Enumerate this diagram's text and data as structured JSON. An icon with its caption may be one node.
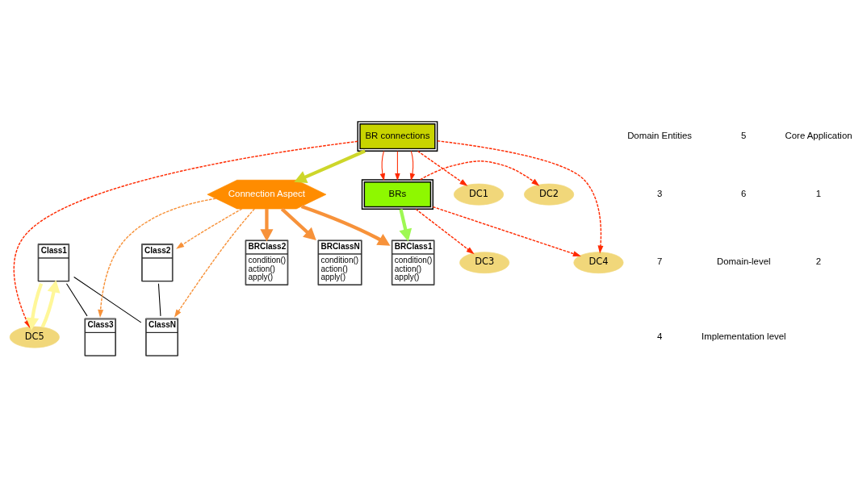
{
  "diagram": {
    "nodes": [
      {
        "text": [
          "DC1"
        ]
      },
      {
        "text": [
          "DC2"
        ]
      },
      {
        "text": [
          "DC3"
        ]
      },
      {
        "text": [
          "DC5"
        ]
      },
      {
        "text": [
          "DC4"
        ]
      },
      {
        "text": [
          "BRs"
        ]
      },
      {
        "text": [
          "BR connections"
        ]
      },
      {
        "text": [
          "Class1"
        ]
      },
      {
        "text": [
          "Class2"
        ]
      },
      {
        "text": [
          "Class3"
        ]
      },
      {
        "text": [
          "ClassN"
        ]
      },
      {
        "text": [
          "Connection Aspect"
        ]
      },
      {
        "text": [
          "BRClass1",
          "condition()",
          "action()",
          "apply()"
        ]
      },
      {
        "text": [
          "BRClass2",
          "condition()",
          "action()",
          "apply()"
        ]
      },
      {
        "text": [
          "BRClassN",
          "condition()",
          "action()",
          "apply()"
        ]
      }
    ],
    "edges": [
      {
        "from": 5,
        "to": 1,
        "arrow": "to",
        "style": "dashed",
        "color": "#ff2a00"
      },
      {
        "from": 5,
        "to": 2,
        "arrow": "to",
        "style": "dashed",
        "color": "#ff2a00"
      },
      {
        "from": 5,
        "to": 4,
        "arrow": "to",
        "style": "dashed",
        "color": "#ff2a00"
      },
      {
        "from": 6,
        "to": 0,
        "arrow": "to",
        "style": "dashed",
        "color": "#ff2a00"
      },
      {
        "from": 6,
        "to": 3,
        "arrow": "to",
        "style": "dashed",
        "color": "#ff2a00"
      },
      {
        "from": 6,
        "to": 4,
        "arrow": "to",
        "style": "dashed",
        "color": "#ff2a00"
      },
      {
        "from": 6,
        "to": 5,
        "arrow": "to",
        "color": "#ff2a00"
      },
      {
        "from": 6,
        "to": 5,
        "arrow": "to",
        "color": "#ff2a00"
      },
      {
        "from": 6,
        "to": 5,
        "arrow": "to",
        "color": "#ff2a00"
      },
      {
        "from": 3,
        "to": 7,
        "arrow": "to",
        "style": "thick",
        "color": "#fff799"
      },
      {
        "from": 7,
        "to": 3,
        "arrow": "to",
        "style": "thick",
        "color": "#fff799"
      },
      {
        "from": 6,
        "to": 11,
        "arrow": "to",
        "style": "thick",
        "color": "#cdd62a"
      },
      {
        "from": 5,
        "to": 12,
        "arrow": "to",
        "style": "thick",
        "color": "#9ef853"
      },
      {
        "from": 11,
        "to": 8,
        "arrow": "to",
        "style": "dashed",
        "color": "#f7923a"
      },
      {
        "from": 11,
        "to": 9,
        "arrow": "to",
        "style": "dashed",
        "color": "#f7923a"
      },
      {
        "from": 11,
        "to": 10,
        "arrow": "to",
        "style": "dashed",
        "color": "#f7923a"
      },
      {
        "from": 11,
        "to": 12,
        "arrow": "to",
        "style": "thick",
        "color": "#f7923a"
      },
      {
        "from": 11,
        "to": 13,
        "arrow": "to",
        "style": "thick",
        "color": "#f7923a"
      },
      {
        "from": 11,
        "to": 14,
        "arrow": "to",
        "style": "thick",
        "color": "#f7923a"
      },
      {
        "from": 7,
        "to": 9,
        "arrow": "none",
        "color": "#000000"
      },
      {
        "from": 7,
        "to": 10,
        "arrow": "none",
        "color": "#000000"
      },
      {
        "from": 8,
        "to": 10,
        "arrow": "none",
        "color": "#000000"
      }
    ],
    "labels": [
      "Domain Entities",
      "3",
      "7",
      "4",
      "5",
      "6",
      "Domain-level",
      "Implementation level",
      "Core Application",
      "1",
      "2"
    ]
  }
}
